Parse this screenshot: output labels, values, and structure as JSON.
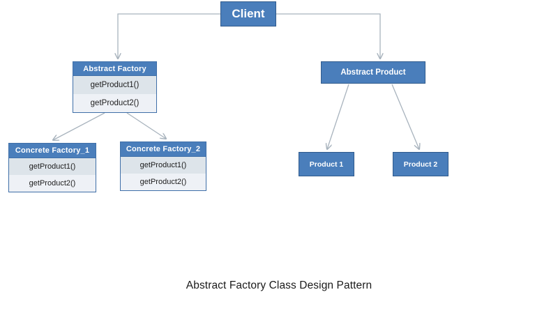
{
  "diagram": {
    "caption": "Abstract Factory Class Design Pattern",
    "colors": {
      "header_blue": "#4a7ebb",
      "header_border": "#3f6fa8",
      "solid_box_border": "#2f5a8c",
      "row_odd": "#dde4ea",
      "row_even": "#eef1f6",
      "connector": "#a8b3bd",
      "background": "#ffffff",
      "caption_text": "#1a1a1a"
    },
    "nodes": {
      "client": {
        "title": "Client",
        "type": "solid"
      },
      "abstract_factory": {
        "title": "Abstract Factory",
        "type": "class",
        "methods": [
          "getProduct1()",
          "getProduct2()"
        ]
      },
      "abstract_product": {
        "title": "Abstract Product",
        "type": "solid"
      },
      "concrete_factory_1": {
        "title": "Concrete Factory_1",
        "type": "class",
        "methods": [
          "getProduct1()",
          "getProduct2()"
        ]
      },
      "concrete_factory_2": {
        "title": "Concrete Factory_2",
        "type": "class",
        "methods": [
          "getProduct1()",
          "getProduct2()"
        ]
      },
      "product_1": {
        "title": "Product 1",
        "type": "solid"
      },
      "product_2": {
        "title": "Product 2",
        "type": "solid"
      }
    },
    "edges": [
      {
        "from": "client",
        "to": "abstract_factory",
        "style": "orthogonal-left",
        "arrow": true
      },
      {
        "from": "client",
        "to": "abstract_product",
        "style": "orthogonal-right",
        "arrow": true
      },
      {
        "from": "abstract_factory",
        "to": "concrete_factory_1",
        "style": "diagonal",
        "arrow": true
      },
      {
        "from": "abstract_factory",
        "to": "concrete_factory_2",
        "style": "diagonal",
        "arrow": true
      },
      {
        "from": "abstract_product",
        "to": "product_1",
        "style": "diagonal",
        "arrow": true
      },
      {
        "from": "abstract_product",
        "to": "product_2",
        "style": "diagonal",
        "arrow": true
      }
    ]
  }
}
